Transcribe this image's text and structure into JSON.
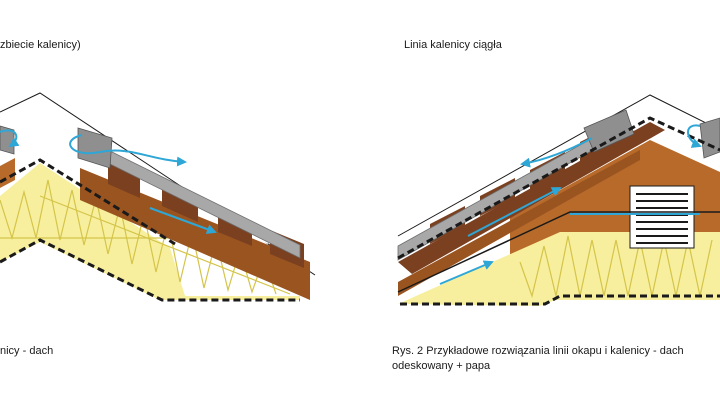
{
  "labels": {
    "left_top": "zbiecie kalenicy)",
    "right_top": "Linia kalenicy ciągła",
    "left_caption": "nicy - dach",
    "right_caption": "Rys. 2 Przykładowe rozwiązania linii okapu i kalenicy - dach odeskowany + papa"
  },
  "colors": {
    "insulation": "#f7ef9d",
    "truss": "#d4c44a",
    "rafter_wood": "#b86a2a",
    "dark_wood": "#7a4020",
    "roof_covering": "#a8a8a8",
    "airflow_arrow": "#2ea7d6",
    "outline": "#1a1a1a"
  }
}
